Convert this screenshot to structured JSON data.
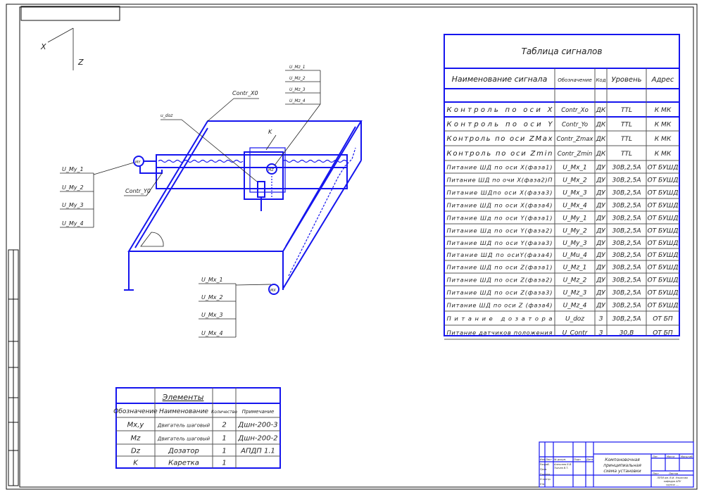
{
  "colors": {
    "line_blue": "#1515ee",
    "line_black": "#111111"
  },
  "axes": {
    "x": "X",
    "z": "Z"
  },
  "diagram": {
    "carriage_label": "K",
    "contr_x": "Contr_X0",
    "contr_y": "Contr_Y0",
    "u_doz": "u_doz",
    "motor_y": "MY",
    "motor_z": "MZ",
    "motor_x": "MX",
    "mz_signals": [
      "U_Mz_1",
      "U_Mz_2",
      "U_Mz_3",
      "U_Mz_4"
    ],
    "my_signals": [
      "U_My_1",
      "U_My_2",
      "U_My_3",
      "U_My_4"
    ],
    "mx_signals": [
      "U_Mx_1",
      "U_Mx_2",
      "U_Mx_3",
      "U_Mx_4"
    ]
  },
  "signal_table": {
    "title": "Таблица сигналов",
    "headers": [
      "Наименование сигнала",
      "Обозначение",
      "Код",
      "Уровень",
      "Адрес"
    ],
    "rows": [
      [
        "Контроль по оси X",
        "Contr_Xo",
        "ДК",
        "TTL",
        "К МК"
      ],
      [
        "Контроль по оси Y",
        "Contr_Yo",
        "ДК",
        "TTL",
        "К МК"
      ],
      [
        "Контроль по оси ZMax",
        "Contr_Zmax",
        "ДК",
        "TTL",
        "К МК"
      ],
      [
        "Контроль по оси Zmin",
        "Contr_Zmin",
        "ДК",
        "TTL",
        "К МК"
      ],
      [
        "Питание ШД по оси X(фаза1)",
        "U_Mx_1",
        "ДУ",
        "30В,2,5А",
        "ОТ БУШД"
      ],
      [
        "Питание ШД по очи X(фаза2)П",
        "U_Mx_2",
        "ДУ",
        "30В,2,5А",
        "ОТ БУШД"
      ],
      [
        "Питание ШДпо оси X(фаза3)",
        "U_Mx_3",
        "ДУ",
        "30В,2,5А",
        "ОТ БУШД"
      ],
      [
        "Питание ШД по оси X(фаза4)",
        "U_Mx_4",
        "ДУ",
        "30В,2,5А",
        "ОТ БУШД"
      ],
      [
        "Питание Шд по оси Y(фаза1)",
        "U_My_1",
        "ДУ",
        "30В,2,5А",
        "ОТ БУШД"
      ],
      [
        "Питание Шд по оси Y(фаза2)",
        "U_My_2",
        "ДУ",
        "30В,2,5А",
        "ОТ БУШД"
      ],
      [
        "Питание ШД по оси Y(фаза3)",
        "U_My_3",
        "ДУ",
        "30В,2,5А",
        "ОТ БУШД"
      ],
      [
        "Питание ШД по осиY(фаза4)",
        "U_Mu_4",
        "ДУ",
        "30В,2,5А",
        "ОТ БУШД"
      ],
      [
        "Питание ШД по оси Z(фаза1)",
        "U_Mz_1",
        "ДУ",
        "30В,2,5А",
        "ОТ БУШД"
      ],
      [
        "Питание ШД по оси Z(фаза2)",
        "U_Mz_2",
        "ДУ",
        "30В,2,5А",
        "ОТ БУШД"
      ],
      [
        "Питание ШД по оси Z(фаза3)",
        "U_Mz_3",
        "ДУ",
        "30В,2,5А",
        "ОТ БУШД"
      ],
      [
        "Питание ШД по оси Z (фаза4)",
        "U_Mz_4",
        "ДУ",
        "30В,2,5А",
        "ОТ БУШД"
      ],
      [
        "Питание дозатора",
        "U_doz",
        "З",
        "30В,2,5А",
        "ОТ БП"
      ],
      [
        "Питание датчиков положения",
        "U_Contr",
        "З",
        "30,В",
        "ОТ БП"
      ]
    ]
  },
  "elements_table": {
    "title": "Элементы",
    "headers": [
      "Обозначение",
      "Наименование",
      "Количество",
      "Примечание"
    ],
    "rows": [
      [
        "Mx,y",
        "Двигатель шаговый",
        "2",
        "Дшн-200-3"
      ],
      [
        "Mz",
        "Двигатель шаговый",
        "1",
        "Дшн-200-2"
      ],
      [
        "Dz",
        "Дозатор",
        "1",
        "АПДП 1.1"
      ],
      [
        "K",
        "Каретка",
        "1",
        ""
      ]
    ]
  },
  "title_block": {
    "drawing_title": [
      "Компоновочная",
      "принципиальная",
      "схема установки"
    ],
    "cols": [
      "Изм",
      "Лист",
      "№ докум.",
      "Подп.",
      "Дата"
    ],
    "roles": [
      "Разраб.",
      "Пров.",
      "Т.контр.",
      "Н.контр.",
      "Утв."
    ],
    "names": [
      "Алексеев В.В.",
      "Ткачев В.Т."
    ],
    "lit_headers": [
      "Лит.",
      "Масса",
      "Масштаб"
    ],
    "sheet": "Лист",
    "sheets": "Листов",
    "org": [
      "ЛЭТИ им. В.И. Ульянова",
      "кафедра АПУ",
      "группа ...."
    ]
  }
}
